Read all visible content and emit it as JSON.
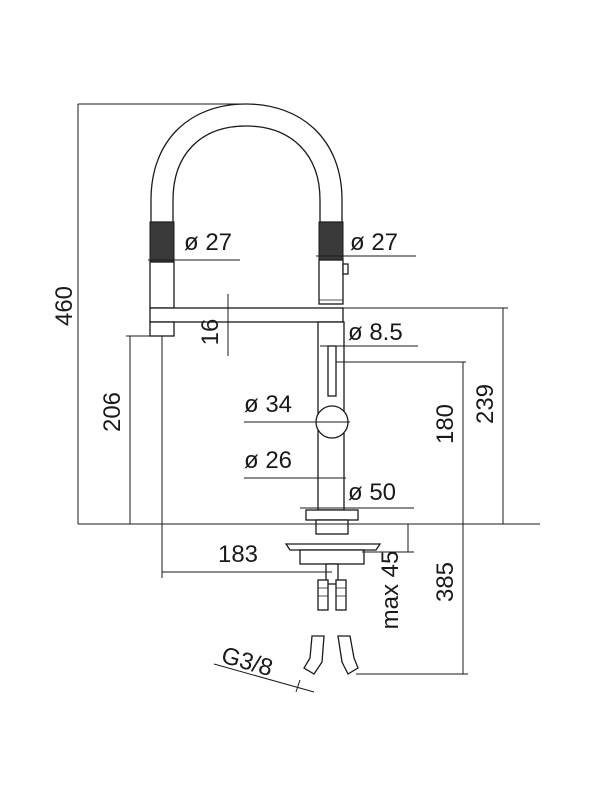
{
  "dimensions": {
    "total_height": "460",
    "spout_diameter_left": "ø 27",
    "spout_diameter_right": "ø 27",
    "bar_thickness": "16",
    "rod_diameter": "ø 8.5",
    "lever_diameter": "ø 34",
    "body_diameter": "ø 26",
    "base_diameter": "ø 50",
    "spout_height": "206",
    "body_height_180": "180",
    "body_height_239": "239",
    "reach": "183",
    "max_thickness": "max 45",
    "under_length": "385",
    "thread": "G3/8"
  }
}
